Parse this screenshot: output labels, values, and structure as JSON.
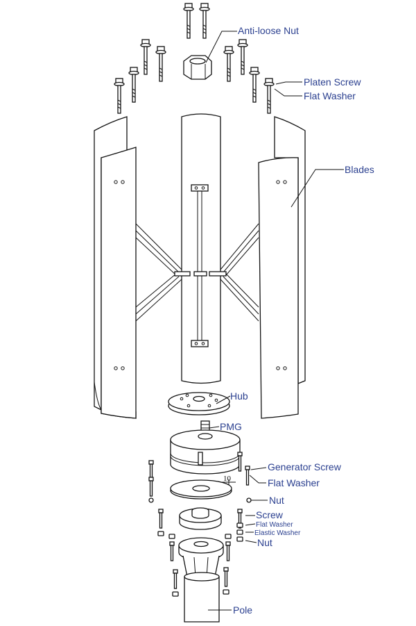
{
  "labels": {
    "anti_loose_nut": "Anti-loose Nut",
    "platen_screw": "Platen Screw",
    "flat_washer_top": "Flat Washer",
    "blades": "Blades",
    "hub": "Hub",
    "pmg": "PMG",
    "generator_screw": "Generator Screw",
    "flat_washer_mid": "Flat Washer",
    "nut_mid": "Nut",
    "screw": "Screw",
    "flat_washer_small": "Flat Washer",
    "elastic_washer": "Elastic Washer",
    "nut_low": "Nut",
    "pole": "Pole",
    "dimension_10": "10"
  },
  "colors": {
    "label_text": "#2a3f8f",
    "line_art": "#111111"
  }
}
